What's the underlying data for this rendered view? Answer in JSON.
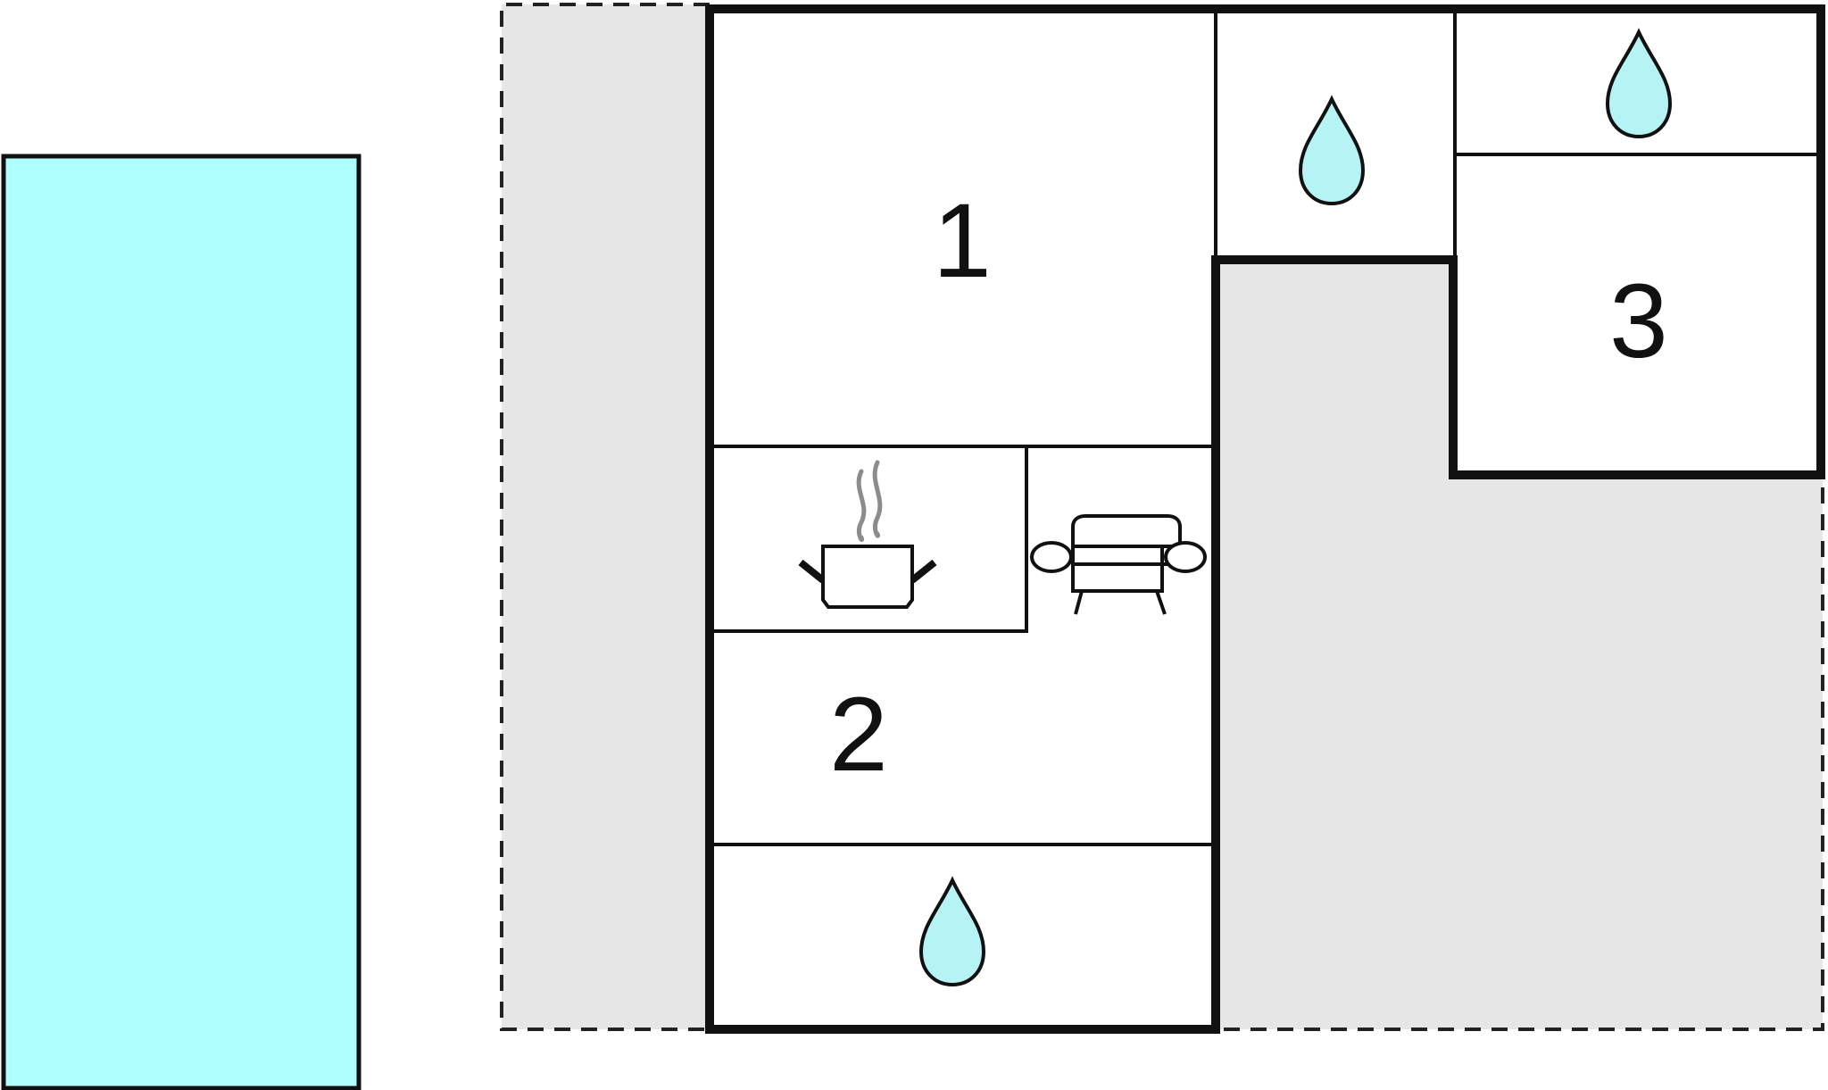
{
  "floor_plan": {
    "rooms": [
      {
        "id": "room-1",
        "label": "1"
      },
      {
        "id": "room-2",
        "label": "2"
      },
      {
        "id": "room-3",
        "label": "3"
      }
    ],
    "icons": [
      {
        "name": "bathroom-icon",
        "room": "bathroom-top-middle"
      },
      {
        "name": "bathroom-icon",
        "room": "bathroom-top-right"
      },
      {
        "name": "bathroom-icon",
        "room": "bathroom-bottom"
      },
      {
        "name": "kitchen-icon",
        "room": "kitchen"
      },
      {
        "name": "sofa-icon",
        "room": "living-area"
      }
    ],
    "colors": {
      "pool": "#b0ffff",
      "water_drop": "#b5f3f5",
      "terrace": "#e6e6e6",
      "wall": "#111111",
      "steam": "#8c8c8c"
    }
  }
}
